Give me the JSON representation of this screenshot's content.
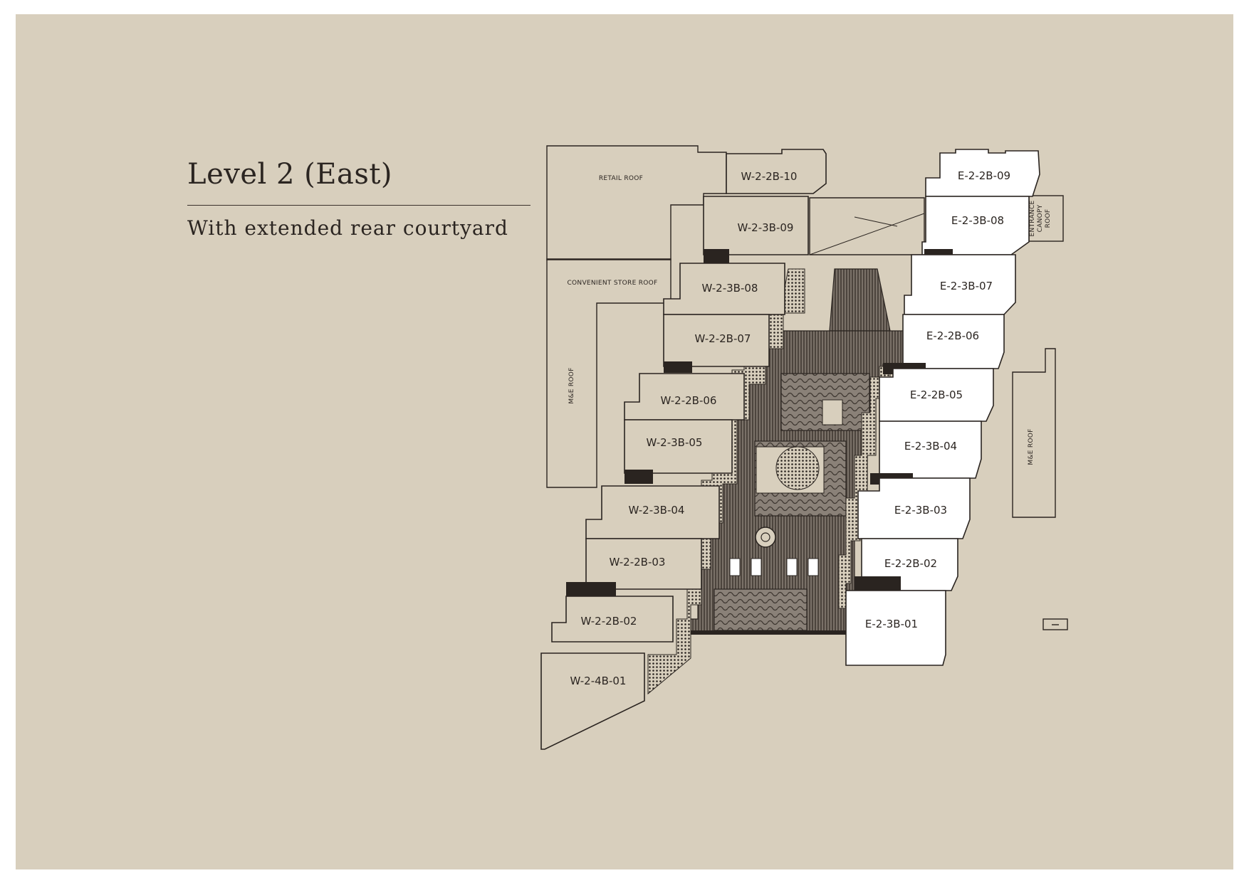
{
  "header": {
    "title": "Level 2 (East)",
    "subtitle": "With extended rear courtyard"
  },
  "roofs": {
    "retail": "RETAIL ROOF",
    "convenient_store": "CONVENIENT STORE ROOF",
    "mse_west": "M&E ROOF",
    "entrance_canopy": "ENTRANCE CANOPY ROOF",
    "mse_east": "M&E ROOF"
  },
  "west_units": [
    "W-2-2B-10",
    "W-2-3B-09",
    "W-2-3B-08",
    "W-2-2B-07",
    "W-2-2B-06",
    "W-2-3B-05",
    "W-2-3B-04",
    "W-2-2B-03",
    "W-2-2B-02",
    "W-2-4B-01"
  ],
  "east_units": [
    "E-2-2B-09",
    "E-2-3B-08",
    "E-2-3B-07",
    "E-2-2B-06",
    "E-2-2B-05",
    "E-2-3B-04",
    "E-2-3B-03",
    "E-2-2B-02",
    "E-2-3B-01"
  ],
  "colors": {
    "background": "#d8cfbd",
    "east_unit_fill": "#ffffff",
    "line": "#2a2420"
  }
}
